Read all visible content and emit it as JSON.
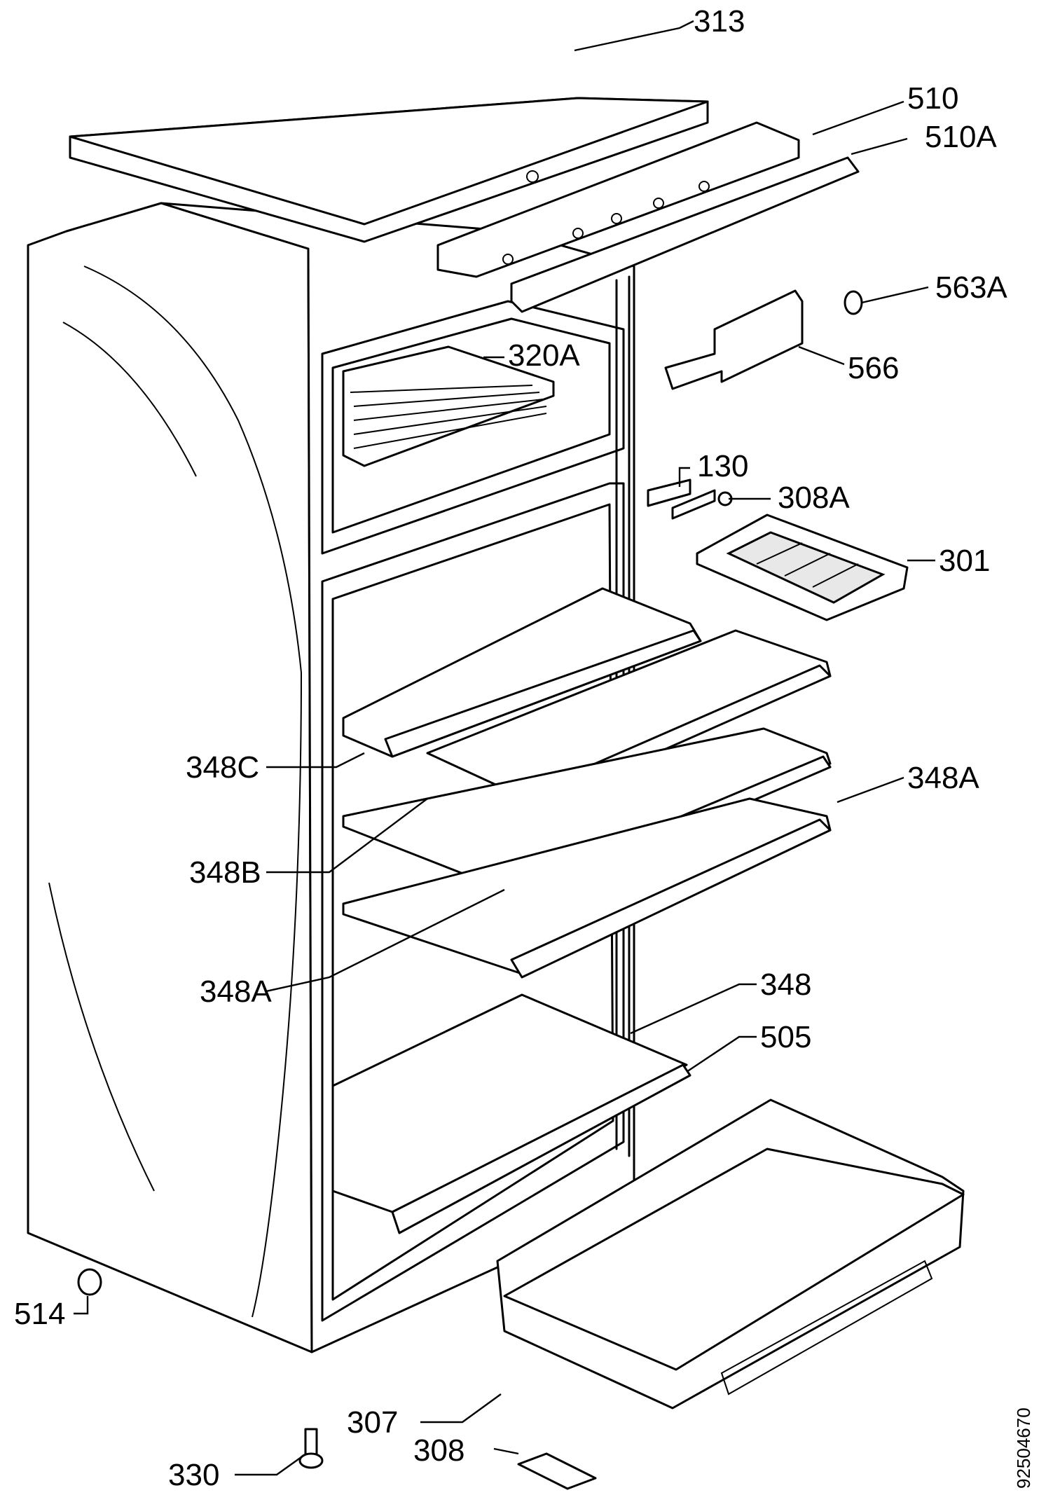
{
  "labels": {
    "l313": "313",
    "l510": "510",
    "l510a": "510A",
    "l563a": "563A",
    "l566": "566",
    "l320a": "320A",
    "l130": "130",
    "l308a": "308A",
    "l301": "301",
    "l348c": "348C",
    "l348a_right": "348A",
    "l348b": "348B",
    "l348a_left": "348A",
    "l348": "348",
    "l505": "505",
    "l514": "514",
    "l307": "307",
    "l308": "308",
    "l330": "330"
  },
  "doc_number": "92504670"
}
